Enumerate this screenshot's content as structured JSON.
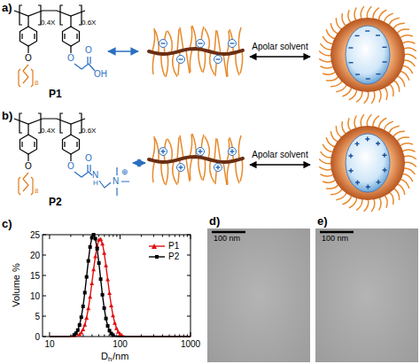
{
  "diagram": {
    "labels": [
      "a)",
      "0.4X",
      "0.6X",
      "O",
      "8",
      "O",
      "O",
      "OH",
      "P1",
      "Apolar solvent",
      "b)",
      "0.4X",
      "0.6X",
      "O",
      "8",
      "O",
      "O",
      "N",
      "H",
      "N",
      "⊕",
      "P2",
      "Apolar solvent",
      "c)",
      "0",
      "5",
      "10",
      "15",
      "20",
      "25",
      "10",
      "100",
      "1000",
      "Volume %",
      "D",
      "h",
      "/nm",
      "d)",
      "100 nm",
      "e)",
      "100 nm"
    ],
    "legend": [
      {
        "text": "P1"
      },
      {
        "text": "P2"
      }
    ]
  }
}
